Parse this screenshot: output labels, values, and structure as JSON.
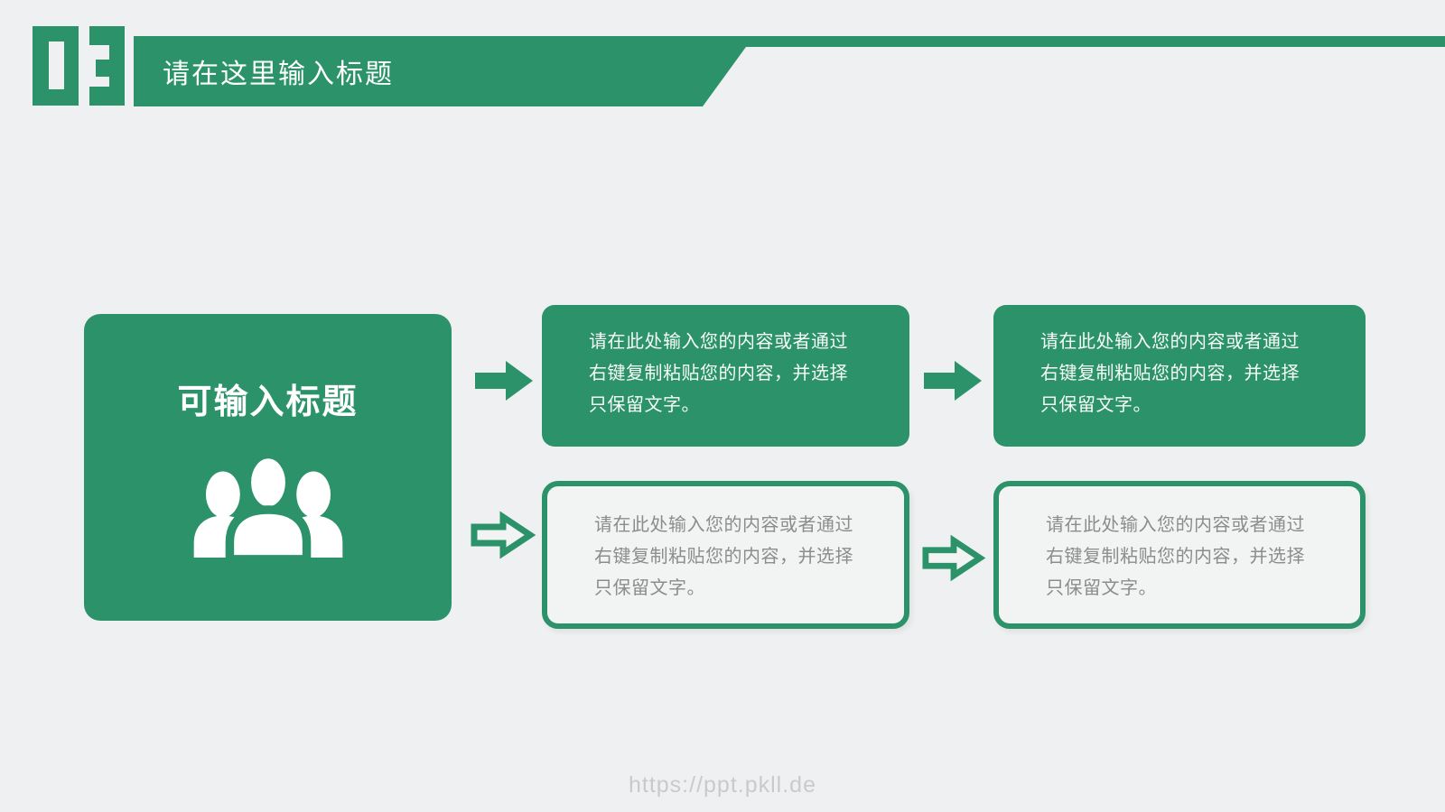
{
  "slide": {
    "section_number": "03",
    "header": {
      "title": "请在这里输入标题"
    },
    "left_card": {
      "title": "可输入标题",
      "icon": "people-group-icon"
    },
    "content_box": {
      "lines": [
        "请在此处输入您的内容或者通过",
        "右键复制粘贴您的内容，并选择",
        "只保留文字。"
      ]
    },
    "watermark": "https://ppt.pkll.de",
    "colors": {
      "green": "#2b9269",
      "background": "#eff0f1",
      "body_gray": "#8c8c8c",
      "watermark_gray": "#c8cacc"
    }
  }
}
